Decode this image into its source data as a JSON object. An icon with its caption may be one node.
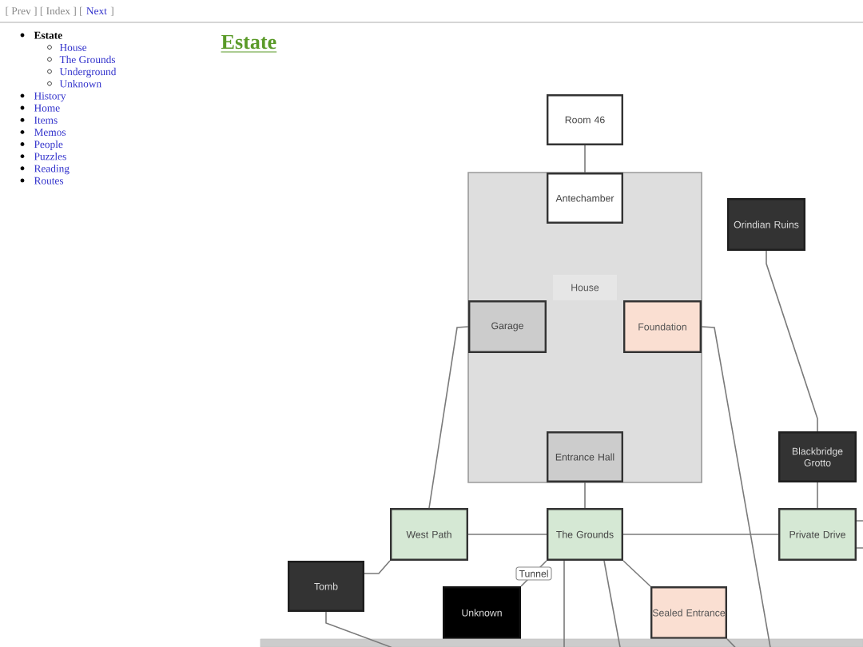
{
  "diagram": {
    "title": "Estate",
    "nodes": [
      {
        "text": [
          "Room 46"
        ]
      },
      {
        "text": [
          "House"
        ]
      },
      {
        "text": [
          "Antechamber"
        ],
        "in": 1
      },
      {
        "text": [
          "Garage"
        ],
        "in": 1
      },
      {
        "text": [
          "Foundation"
        ],
        "in": 1
      },
      {
        "text": [
          "Entrance Hall"
        ],
        "in": 1
      },
      {
        "text": [
          "Orindian Ruins"
        ]
      },
      {
        "text": [
          "Blackbridge Grotto"
        ]
      },
      {
        "text": [
          "West Path"
        ]
      },
      {
        "text": [
          "The Grounds"
        ]
      },
      {
        "text": [
          "Private Drive"
        ]
      },
      {
        "text": [
          "Tomb"
        ]
      },
      {
        "text": [
          "Unknown"
        ]
      },
      {
        "text": [
          "Sealed Entrance"
        ]
      },
      {
        "text": [],
        "shape": "box"
      }
    ],
    "edges": [
      {
        "from": 0,
        "to": 2,
        "arrow": "none"
      },
      {
        "from": 3,
        "to": 8,
        "arrow": "none"
      },
      {
        "from": 4,
        "to": 14,
        "arrow": "none"
      },
      {
        "from": 6,
        "to": 7,
        "arrow": "none"
      },
      {
        "from": 7,
        "to": 10,
        "arrow": "none"
      },
      {
        "from": 5,
        "to": 9,
        "arrow": "none"
      },
      {
        "from": 8,
        "to": 9,
        "arrow": "none"
      },
      {
        "from": 9,
        "to": 10,
        "arrow": "none"
      },
      {
        "from": 10,
        "to": null,
        "arrow": "none"
      },
      {
        "from": 10,
        "to": null,
        "arrow": "none"
      },
      {
        "from": 8,
        "to": 11,
        "arrow": "none"
      },
      {
        "from": 11,
        "to": 14,
        "arrow": "none"
      },
      {
        "from": 12,
        "to": 9,
        "label": "Tunnel",
        "arrow": "none"
      },
      {
        "from": 9,
        "to": 14,
        "arrow": "none"
      },
      {
        "from": 9,
        "to": 14,
        "arrow": "none"
      },
      {
        "from": 9,
        "to": 13,
        "arrow": "none"
      },
      {
        "from": 13,
        "to": 14,
        "arrow": "none"
      }
    ],
    "labels": [
      "[ Prev ] [ Index ] [",
      "Next",
      "]",
      "Estate",
      "House",
      "The Grounds",
      "Underground",
      "Unknown",
      "History",
      "Home",
      "Items",
      "Memos",
      "People",
      "Puzzles",
      "Reading",
      "Routes"
    ]
  }
}
